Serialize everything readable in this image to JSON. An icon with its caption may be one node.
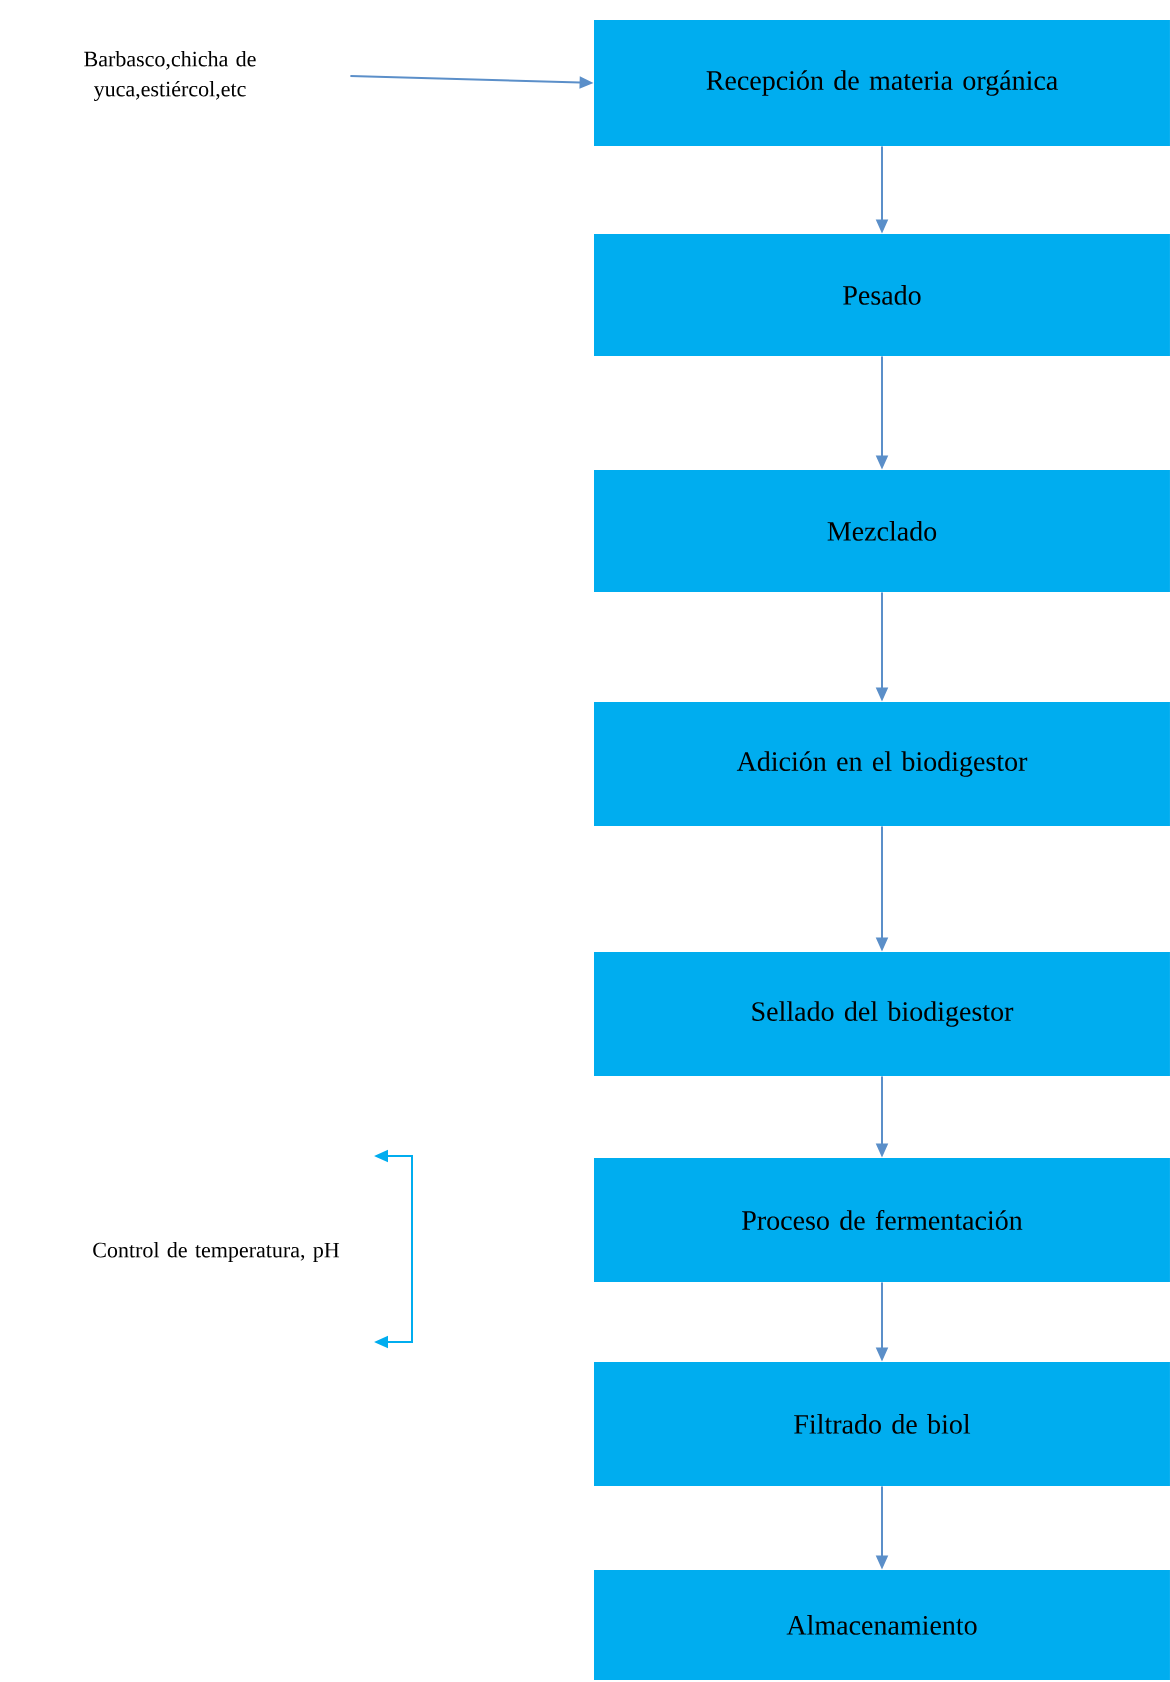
{
  "diagram": {
    "nodes": [
      {
        "text": [
          "Barbasco,chicha de yuca,estiércol,etc"
        ]
      },
      {
        "text": [
          "Recepción de materia orgánica"
        ]
      },
      {
        "text": [
          "Pesado"
        ]
      },
      {
        "text": [
          "Mezclado"
        ]
      },
      {
        "text": [
          "Adición en el biodigestor"
        ]
      },
      {
        "text": [
          "Sellado del biodigestor"
        ]
      },
      {
        "text": [
          "Proceso de fermentación"
        ]
      },
      {
        "text": [
          "Filtrado de biol"
        ]
      },
      {
        "text": [
          "Almacenamiento"
        ]
      }
    ],
    "edges": [
      {
        "from": 0,
        "to": 1,
        "arrow": "to"
      },
      {
        "from": 1,
        "to": 2,
        "arrow": "to"
      },
      {
        "from": 2,
        "to": 3,
        "arrow": "to"
      },
      {
        "from": 3,
        "to": 4,
        "arrow": "to"
      },
      {
        "from": 4,
        "to": 5,
        "arrow": "to"
      },
      {
        "from": 5,
        "to": 6,
        "arrow": "to"
      },
      {
        "from": 6,
        "to": 7,
        "arrow": "to"
      },
      {
        "from": 7,
        "to": 8,
        "arrow": "to"
      }
    ],
    "labels": [
      "Control de temperatura, pH"
    ]
  }
}
